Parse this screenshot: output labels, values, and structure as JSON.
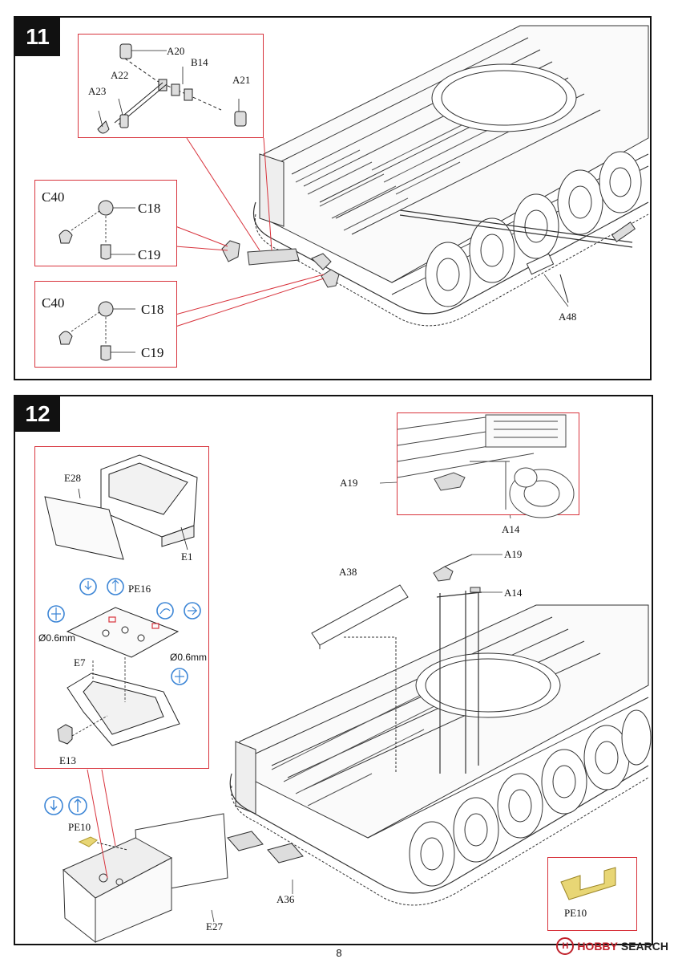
{
  "step11": {
    "number": "11",
    "labels": {
      "a20": "A20",
      "b14": "B14",
      "a22": "A22",
      "a21": "A21",
      "a23": "A23",
      "c40_top": "C40",
      "c18_top": "C18",
      "c19_top": "C19",
      "c40_bot": "C40",
      "c18_bot": "C18",
      "c19_bot": "C19",
      "a48": "A48"
    }
  },
  "step12": {
    "number": "12",
    "labels": {
      "e28": "E28",
      "e1": "E1",
      "pe16": "PE16",
      "dia_left": "Ø0.6mm",
      "dia_right": "Ø0.6mm",
      "e7": "E7",
      "e13": "E13",
      "pe10_left": "PE10",
      "e27": "E27",
      "a36": "A36",
      "a38": "A38",
      "a19_inset": "A19",
      "a14_inset": "A14",
      "a19_main": "A19",
      "a14_main": "A14",
      "pe10_box": "PE10"
    }
  },
  "page_number": "8",
  "watermark": {
    "badge": "H",
    "brand_a": "HOBBY",
    "brand_b": "SEARCH"
  },
  "colors": {
    "callout": "#d8343d",
    "icon_blue": "#3d86d6",
    "etch": "#e8d675"
  }
}
